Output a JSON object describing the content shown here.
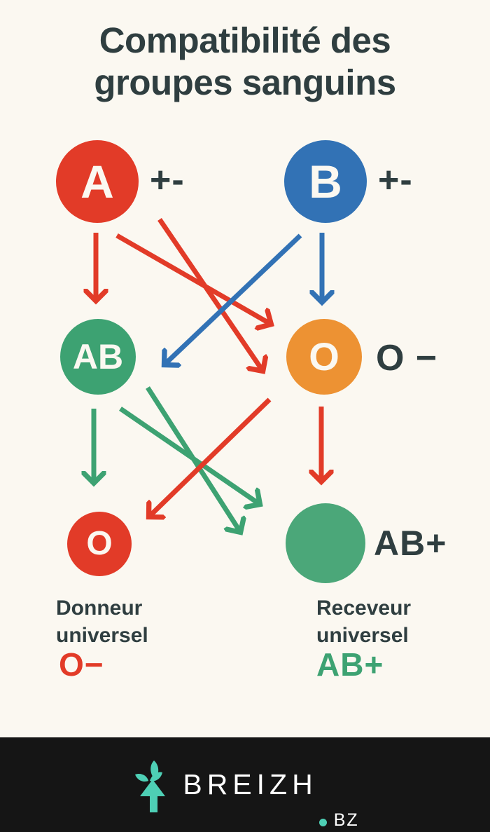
{
  "title": {
    "line1": "Compatibilité des",
    "line2": "groupes sanguins"
  },
  "nodes": {
    "a": {
      "letter": "A",
      "rh": "+-",
      "color": "#E23B28"
    },
    "b": {
      "letter": "B",
      "rh": "+-",
      "color": "#3272B5"
    },
    "ab": {
      "letter": "AB",
      "color": "#3DA272"
    },
    "o_orange": {
      "letter": "O",
      "rh": "O −",
      "color": "#ED9233"
    },
    "o_red": {
      "letter": "O",
      "color": "#E23B28"
    },
    "ab_plus": {
      "letter": "",
      "rh": "AB+",
      "color": "#4BA779"
    }
  },
  "captions": {
    "donor": {
      "line1": "Donneur",
      "line2": "universel",
      "type": "O−",
      "color": "#E23B28"
    },
    "receiver": {
      "line1": "Receveur",
      "line2": "universel",
      "type": "AB+",
      "color": "#3DA272"
    }
  },
  "footer": {
    "brand": "BREIZH",
    "tld": "BZ",
    "logo_icon": "breizh-plant-arrow-logo",
    "accent": "#4ECFB5",
    "background": "#151515"
  },
  "chart_data": {
    "type": "diagram",
    "title": "Compatibilité des groupes sanguins",
    "nodes": [
      {
        "id": "A",
        "label": "A",
        "rh": "+-",
        "color": "#E23B28",
        "row": 1
      },
      {
        "id": "B",
        "label": "B",
        "rh": "+-",
        "color": "#3272B5",
        "row": 1
      },
      {
        "id": "AB",
        "label": "AB",
        "rh": "",
        "color": "#3DA272",
        "row": 2
      },
      {
        "id": "O",
        "label": "O",
        "rh": "O −",
        "color": "#ED9233",
        "row": 2
      },
      {
        "id": "O2",
        "label": "O",
        "rh": "",
        "color": "#E23B28",
        "row": 3
      },
      {
        "id": "AB+",
        "label": "",
        "rh": "AB+",
        "color": "#4BA779",
        "row": 3
      }
    ],
    "edges": [
      {
        "from": "A",
        "to": "AB",
        "color": "#E23B28"
      },
      {
        "from": "A",
        "to": "O",
        "color": "#E23B28"
      },
      {
        "from": "A",
        "to": "O2",
        "color": "#E23B28"
      },
      {
        "from": "B",
        "to": "O",
        "color": "#3272B5"
      },
      {
        "from": "B",
        "to": "AB",
        "color": "#3272B5"
      },
      {
        "from": "AB",
        "to": "O2",
        "color": "#3DA272"
      },
      {
        "from": "AB",
        "to": "AB+",
        "color": "#3DA272"
      },
      {
        "from": "O",
        "to": "O2",
        "color": "#E23B28"
      },
      {
        "from": "O",
        "to": "AB+",
        "color": "#E23B28"
      }
    ],
    "annotations": [
      "Donneur universel : O−",
      "Receveur universel : AB+"
    ]
  }
}
